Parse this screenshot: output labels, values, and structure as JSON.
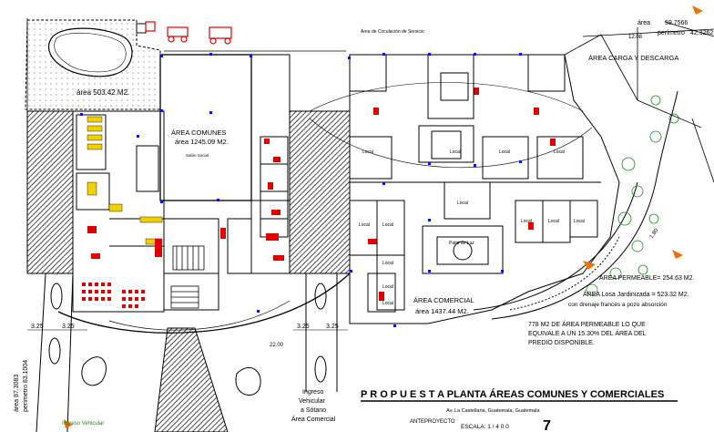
{
  "labels": {
    "area_top": "área",
    "area_top_value": "59.7566",
    "perimeter_top": "perímetro",
    "perimeter_top_value": "42.3262",
    "circulacion": "Área de Circulación de Servicio",
    "carga": "ÁREA CARGA Y DESCARGA",
    "pool_area": "área   503.42 M2.",
    "comunes_title": "ÁREA COMUNES",
    "comunes_area": "área   1245.09 M2.",
    "salon": "Salón Social",
    "local_label": "Local",
    "patio": "Patio de Luz",
    "comercial_title": "ÁREA COMERCIAL",
    "comercial_area": "área   1437.44 M2.",
    "permeable": "ÁREA PERMEABLE= 254.63 M2.",
    "losa": "ÁREA Losa Jardinizada = 523.32 M2.",
    "drenaje": "con drenaje francés a pozo absorción",
    "note1": "778  M2 DE ÁREA PERMEABLE LO QUE",
    "note2": "EQUIVALE A UN 15.30% DEL ÁREA DEL",
    "note3": "PREDIO DISPONIBLE.",
    "dim1": "3.25",
    "dim2": "3.25",
    "dim3": "3.25",
    "dim4": "3.25",
    "left_area": "área  87.3083",
    "left_perimeter": "perímetro  83.1004",
    "ingreso_vehicular": "Ingreso Vehicular",
    "ingreso1": "Ingreso",
    "ingreso2": "Vehicular",
    "ingreso3": "a Sótano",
    "ingreso4": "Área Comercial",
    "side_dim": "1.80",
    "dim_22": "22.00",
    "dim_1208": "12.08"
  },
  "title_block": {
    "title": "P R O P U E S T A   PLANTA ÁREAS COMUNES Y COMERCIALES",
    "address": "Av. La Castellana, Guatemala, Guatemala",
    "anteproyecto": "ANTEPROYECTO",
    "escala": "ESCALA: 1 / 4 0 0",
    "sheet": "7"
  },
  "colors": {
    "line": "#000000",
    "red": "#e00000",
    "blue": "#1010d0",
    "yellow": "#f0d000",
    "green": "#1a8a1a",
    "orange": "#f07000",
    "hatch": "#000000"
  }
}
